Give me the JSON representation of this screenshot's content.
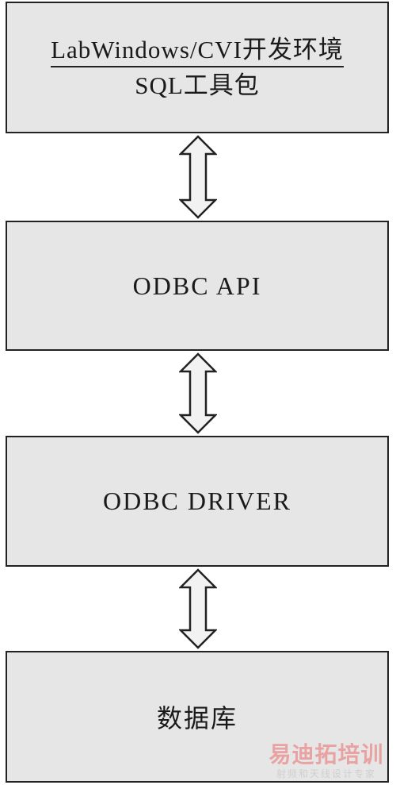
{
  "boxes": {
    "top": {
      "line1": "LabWindows/CVI开发环境",
      "line2": "SQL工具包"
    },
    "api": {
      "label": "ODBC API"
    },
    "driver": {
      "label": "ODBC DRIVER"
    },
    "database": {
      "label": "数据库"
    }
  },
  "watermark": {
    "main": "易迪拓培训",
    "sub": "射频和天线设计专家"
  },
  "colors": {
    "box_fill": "#e6e6e6",
    "stroke": "#222222",
    "watermark_main": "#e9a2a2",
    "watermark_sub": "#cfcfcf"
  }
}
